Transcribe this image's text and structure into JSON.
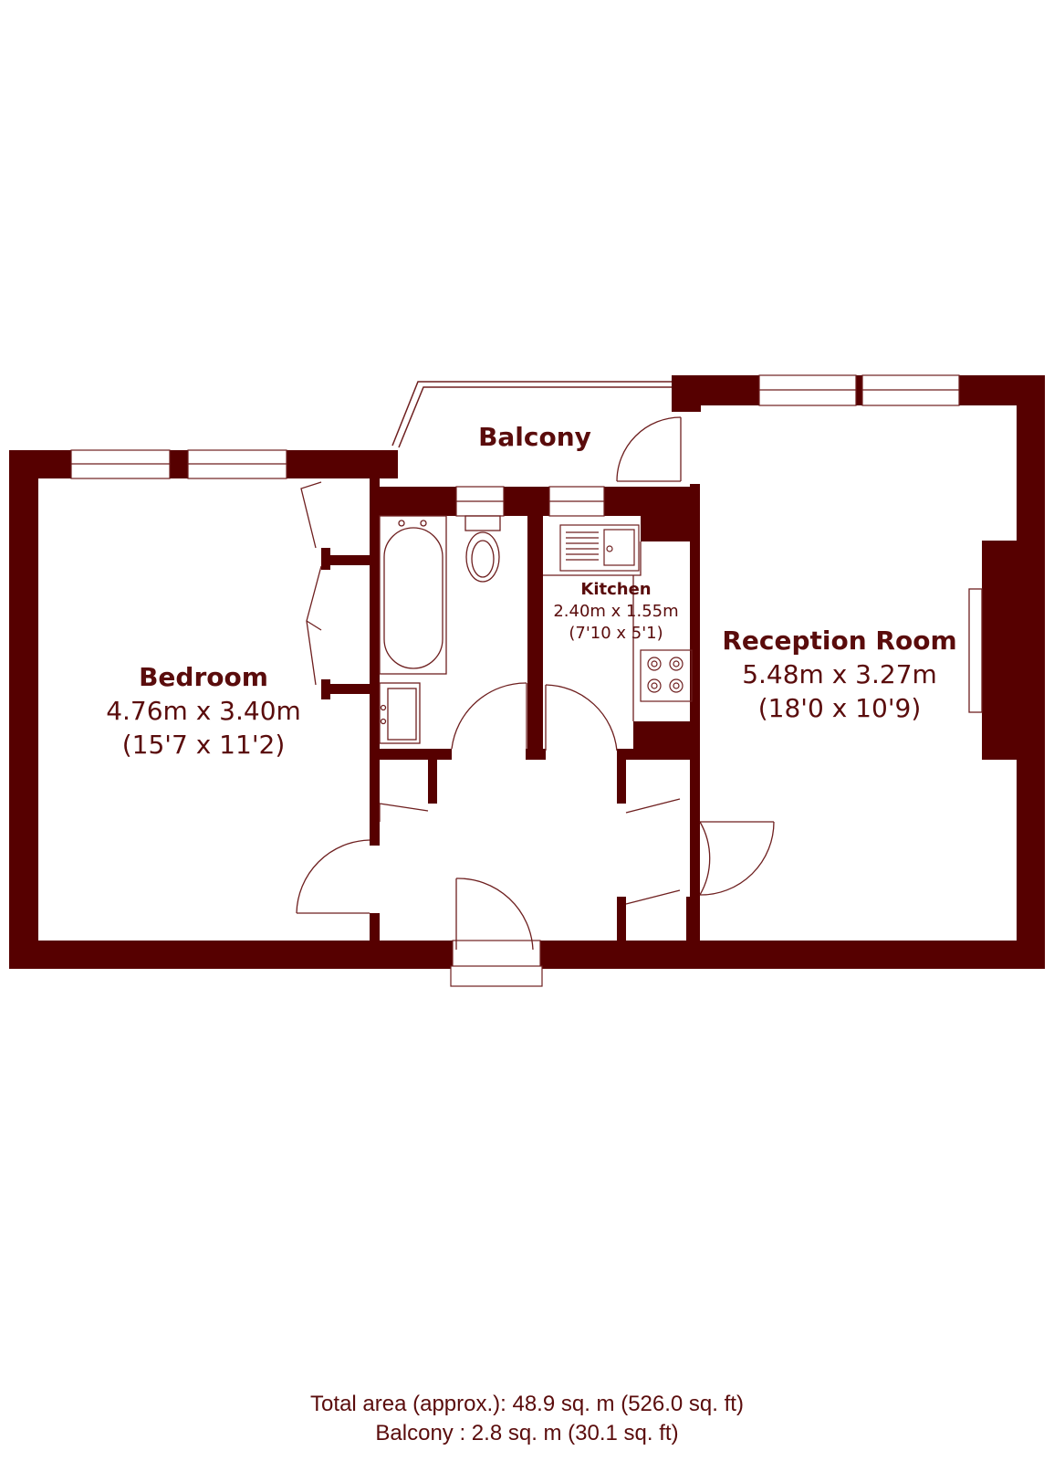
{
  "colors": {
    "wall": "#560000",
    "line": "#6e1f1f",
    "text": "#5a0c0c",
    "background": "#ffffff"
  },
  "rooms": {
    "balcony": {
      "name": "Balcony"
    },
    "bedroom": {
      "name": "Bedroom",
      "metric": "4.76m x 3.40m",
      "imperial": "(15'7 x 11'2)"
    },
    "kitchen": {
      "name": "Kitchen",
      "metric": "2.40m x 1.55m",
      "imperial": "(7'10 x 5'1)"
    },
    "reception": {
      "name": "Reception Room",
      "metric": "5.48m x 3.27m",
      "imperial": "(18'0 x 10'9)"
    }
  },
  "fixtures": [
    "bath-icon",
    "toilet-icon",
    "basin-icon",
    "sink-icon",
    "hob-icon",
    "wardrobe-icon",
    "door-icon",
    "window-icon",
    "radiator-icon"
  ],
  "totals": {
    "total_area": "Total area (approx.): 48.9 sq. m (526.0 sq. ft)",
    "balcony_area": "Balcony : 2.8 sq. m (30.1 sq. ft)"
  }
}
